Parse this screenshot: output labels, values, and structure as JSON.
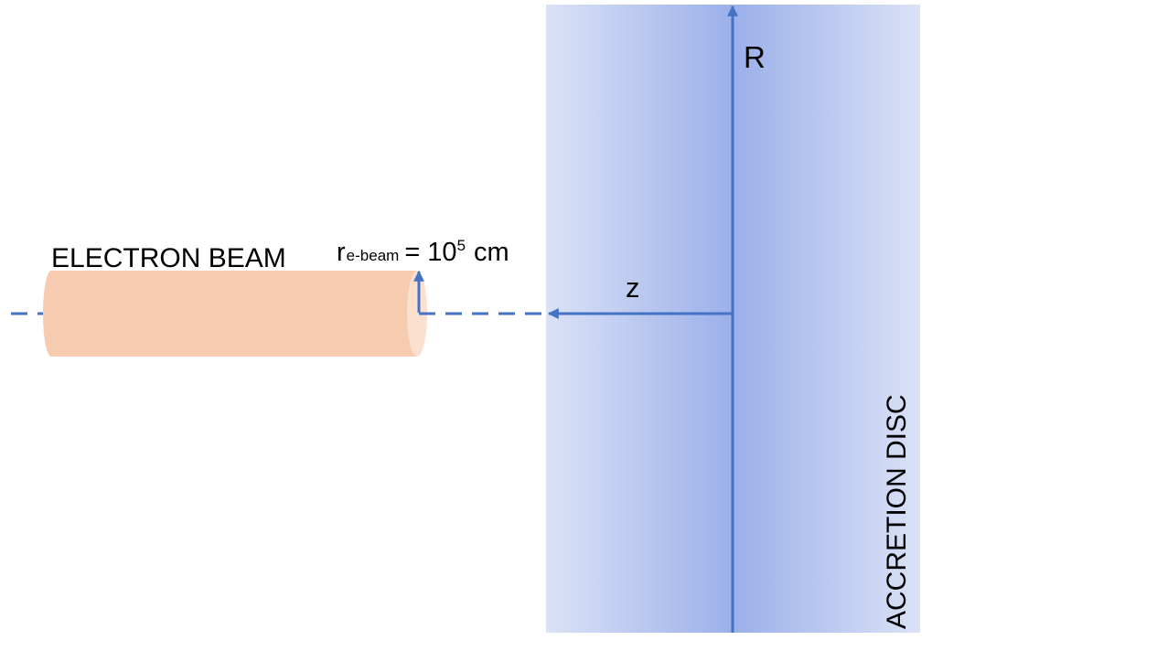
{
  "labels": {
    "electron_beam": "ELECTRON BEAM",
    "radius_symbol": "r",
    "radius_subscript": "e-beam",
    "radius_equals": "= 10",
    "radius_exponent": "5",
    "radius_unit": "cm",
    "z_axis": "z",
    "r_axis": "R",
    "accretion_disc": "ACCRETION DISC"
  },
  "colors": {
    "axis_blue": "#4472c4",
    "beam_fill": "#f7cbb0",
    "beam_end_cap": "#fbe0cf",
    "disc_edge": "#dbe2f6",
    "disc_center": "#9bb0ea",
    "text": "#000000"
  }
}
